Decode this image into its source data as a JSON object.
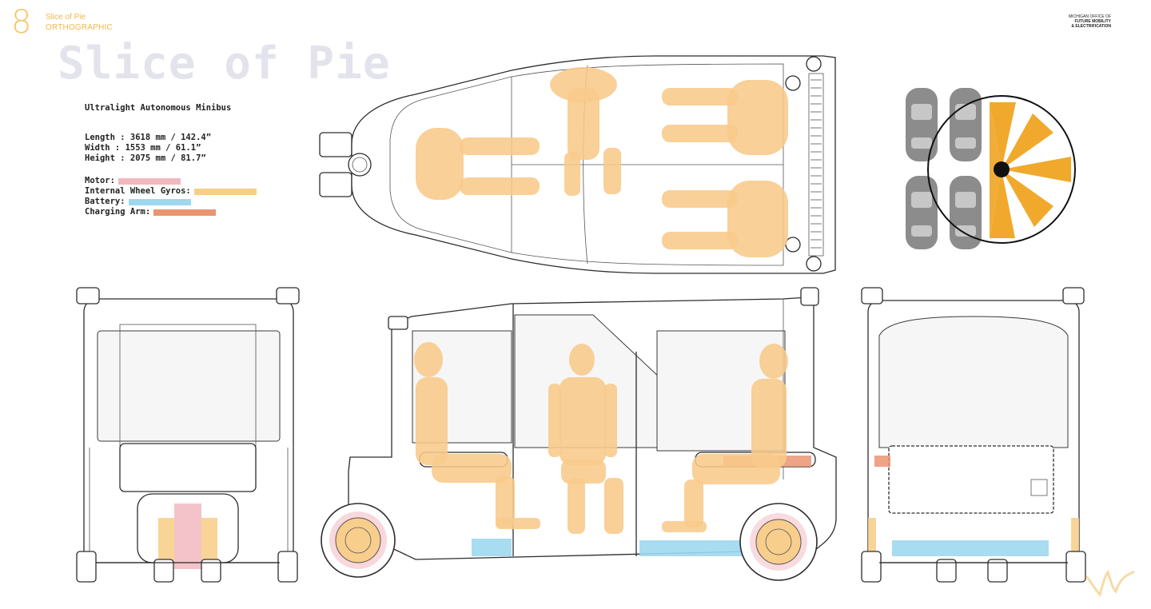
{
  "header": {
    "page_number": "8",
    "title": "Slice of Pie",
    "subtitle": "ORTHOGRAPHIC",
    "big_title": "Slice of Pie",
    "org_lines": [
      "MICHIGAN OFFICE OF",
      "FUTURE MOBILITY",
      "& ELECTRIFICATION"
    ]
  },
  "specs": {
    "title": "Ultralight Autonomous Minibus",
    "dimensions": [
      "Length : 3618 mm / 142.4”",
      "Width : 1553 mm / 61.1”",
      "Height : 2075 mm / 81.7”"
    ]
  },
  "legend": [
    {
      "label": "Motor:",
      "color": "#f2b8bf"
    },
    {
      "label": "Internal Wheel Gyros:",
      "color": "#f8cd85"
    },
    {
      "label": "Battery:",
      "color": "#9fd8ee"
    },
    {
      "label": "Charging Arm:",
      "color": "#ea9472"
    }
  ],
  "colors": {
    "person": "#f8c98a",
    "pie": "#f0a92c",
    "car": "#8c8c8c",
    "title_gray": "#e3e3ec",
    "accent": "#f2c76b"
  },
  "icons": {
    "corner_logo": "signature-logo-icon",
    "layout_diagram": "pie-seating-diagram-icon"
  }
}
